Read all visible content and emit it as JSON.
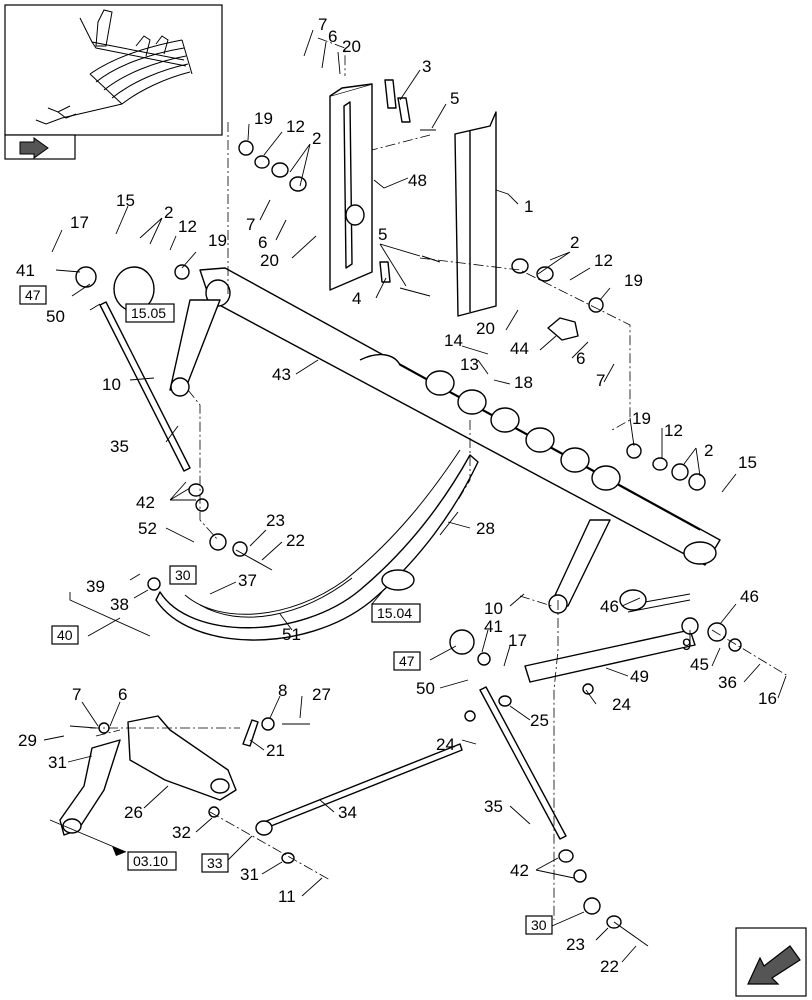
{
  "callouts": {
    "c7a": "7",
    "c6a": "6",
    "c20a": "20",
    "c3": "3",
    "c5a": "5",
    "c19a": "19",
    "c12a": "12",
    "c2a": "2",
    "c48": "48",
    "c1": "1",
    "c15a": "15",
    "c2b": "2",
    "c17a": "17",
    "c12b": "12",
    "c19b": "19",
    "c41a": "41",
    "c7b": "7",
    "c6b": "6",
    "c20b": "20",
    "c5b": "5",
    "c2c": "2",
    "c12c": "12",
    "c19c": "19",
    "c4": "4",
    "c50a": "50",
    "c20c": "20",
    "c44": "44",
    "c6c": "6",
    "c7c": "7",
    "c14": "14",
    "c13": "13",
    "c18": "18",
    "c10a": "10",
    "c43": "43",
    "c35a": "35",
    "c19d": "19",
    "c12d": "12",
    "c2d": "2",
    "c15b": "15",
    "c42a": "42",
    "c52": "52",
    "c23a": "23",
    "c22a": "22",
    "c28": "28",
    "c39": "39",
    "c38": "38",
    "c37": "37",
    "c51": "51",
    "c10b": "10",
    "c46a": "46",
    "c46b": "46",
    "c41b": "41",
    "c17b": "17",
    "c9": "9",
    "c45": "45",
    "c49": "49",
    "c36": "36",
    "c16": "16",
    "c50b": "50",
    "c7d": "7",
    "c6d": "6",
    "c8": "8",
    "c27": "27",
    "c24a": "24",
    "c25": "25",
    "c29": "29",
    "c21": "21",
    "c24b": "24",
    "c31a": "31",
    "c26": "26",
    "c34": "34",
    "c32": "32",
    "c35b": "35",
    "c31b": "31",
    "c11": "11",
    "c42b": "42",
    "c23b": "23",
    "c22b": "22"
  },
  "refs": {
    "r47a": "47",
    "r15_05": "15.05",
    "r30a": "30",
    "r40": "40",
    "r15_04": "15.04",
    "r47b": "47",
    "r33": "33",
    "r03_10": "03.10",
    "r30b": "30"
  }
}
